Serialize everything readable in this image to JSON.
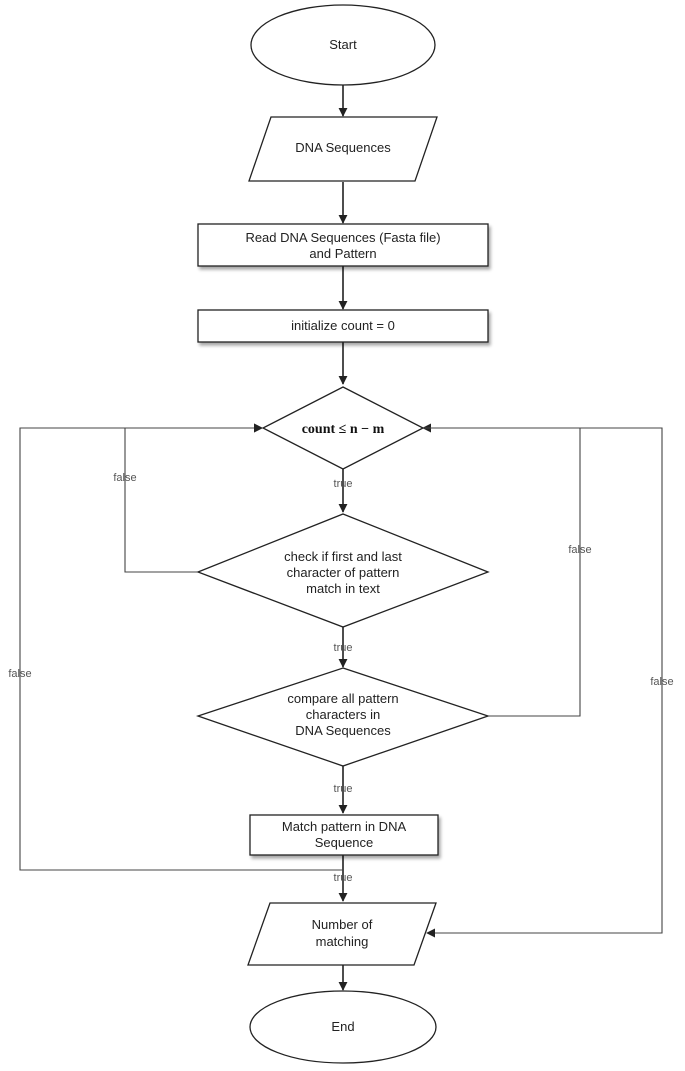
{
  "diagram": {
    "start": "Start",
    "input_sequences": "DNA Sequences",
    "read_step": [
      "Read DNA Sequences (Fasta file)",
      "and Pattern"
    ],
    "init_step": "initialize count = 0",
    "loop_condition": "count ≤ n − m",
    "check_step": [
      "check if first and last",
      "character of pattern",
      "match in text"
    ],
    "compare_step": [
      "compare all pattern",
      "characters in",
      "DNA Sequences"
    ],
    "match_step": [
      "Match pattern in DNA",
      "Sequence"
    ],
    "output_step": [
      "Number of",
      "matching"
    ],
    "end": "End",
    "edge_labels": {
      "false_check": "false",
      "false_compare": "false",
      "false_outer_left": "false",
      "false_outer_right": "false",
      "true_condition": "true",
      "true_check": "true",
      "true_compare": "true",
      "true_match": "true"
    }
  }
}
